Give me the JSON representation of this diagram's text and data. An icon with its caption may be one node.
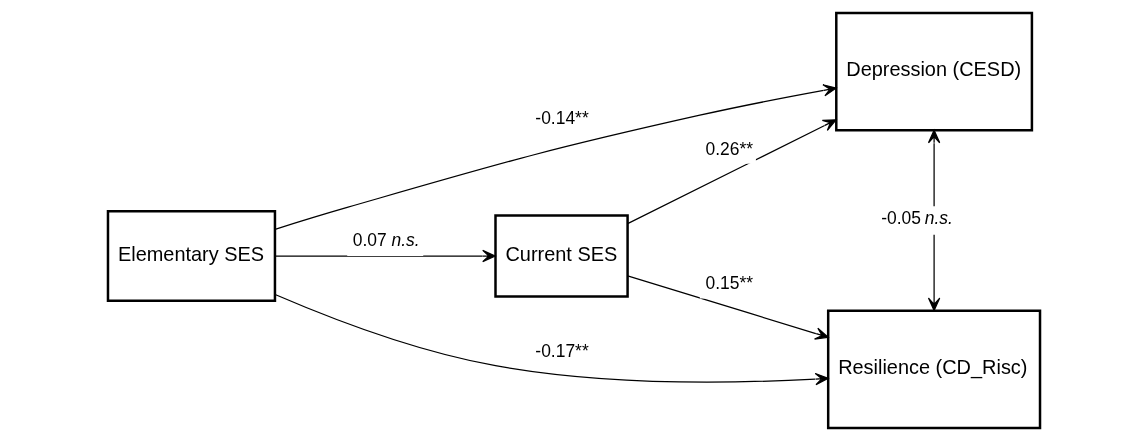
{
  "diagram": {
    "nodes": [
      {
        "text": [
          "Elementary SES"
        ]
      },
      {
        "text": [
          "Current SES"
        ]
      },
      {
        "text": [
          "Depression (CESD)"
        ]
      },
      {
        "text": [
          "Resilience (CD_Risc)"
        ]
      }
    ],
    "edges": [
      {
        "from": 0,
        "to": 2,
        "arrow": "to",
        "label": "-0.14**"
      },
      {
        "from": 0,
        "to": 1,
        "arrow": "to",
        "label": "0.07 *n.s.*"
      },
      {
        "from": 1,
        "to": 2,
        "arrow": "to",
        "label": "0.26**"
      },
      {
        "from": 1,
        "to": 3,
        "arrow": "to",
        "label": "0.15**"
      },
      {
        "from": 0,
        "to": 3,
        "arrow": "to",
        "label": "-0.17**"
      },
      {
        "from": 2,
        "to": 3,
        "arrow": "both",
        "label": "-0.05 *n.s.*"
      }
    ]
  }
}
